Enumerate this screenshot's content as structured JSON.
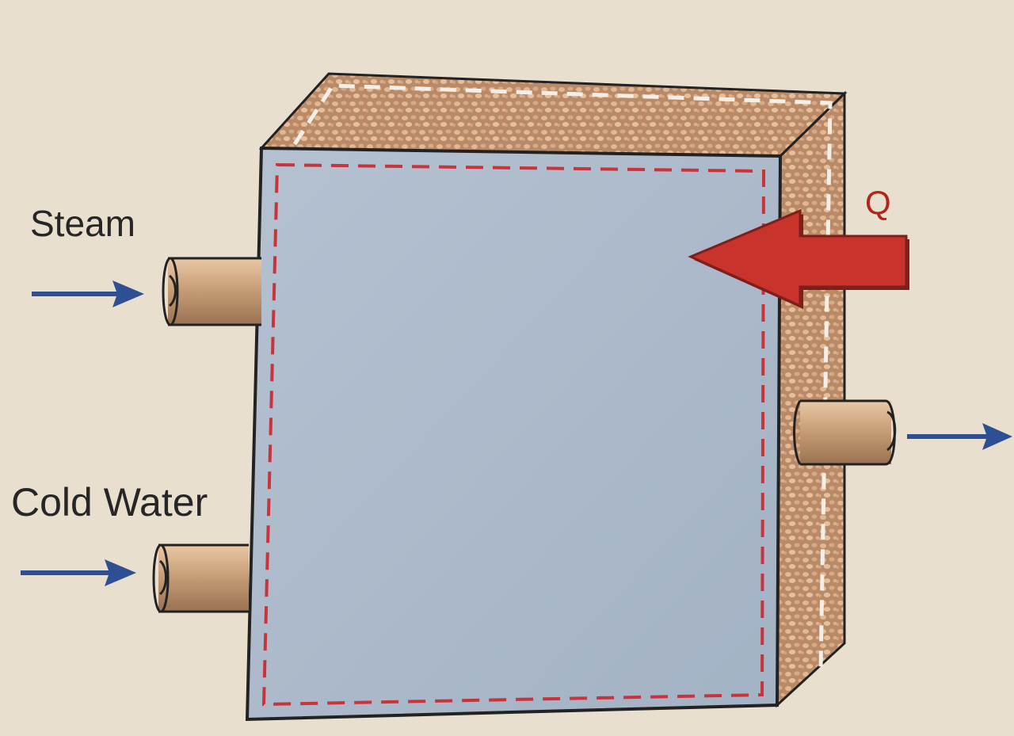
{
  "labels": {
    "steam": "Steam",
    "cold_water": "Cold Water",
    "heat": "Q"
  },
  "colors": {
    "background": "#e9dfcf",
    "tank_face": "#a9b7c8",
    "insulation": "#b98a68",
    "insulation_speckle": "#e2b894",
    "pipe": "#c99f78",
    "flow_arrow": "#2f4f93",
    "heat_arrow": "#c8332b",
    "control_volume": "#c8343b",
    "outline": "#222222"
  },
  "icons": {
    "steam_flow": "arrow-right-icon",
    "cold_water_flow": "arrow-right-icon",
    "outlet_flow": "arrow-right-icon",
    "heat_transfer": "arrow-left-icon"
  }
}
